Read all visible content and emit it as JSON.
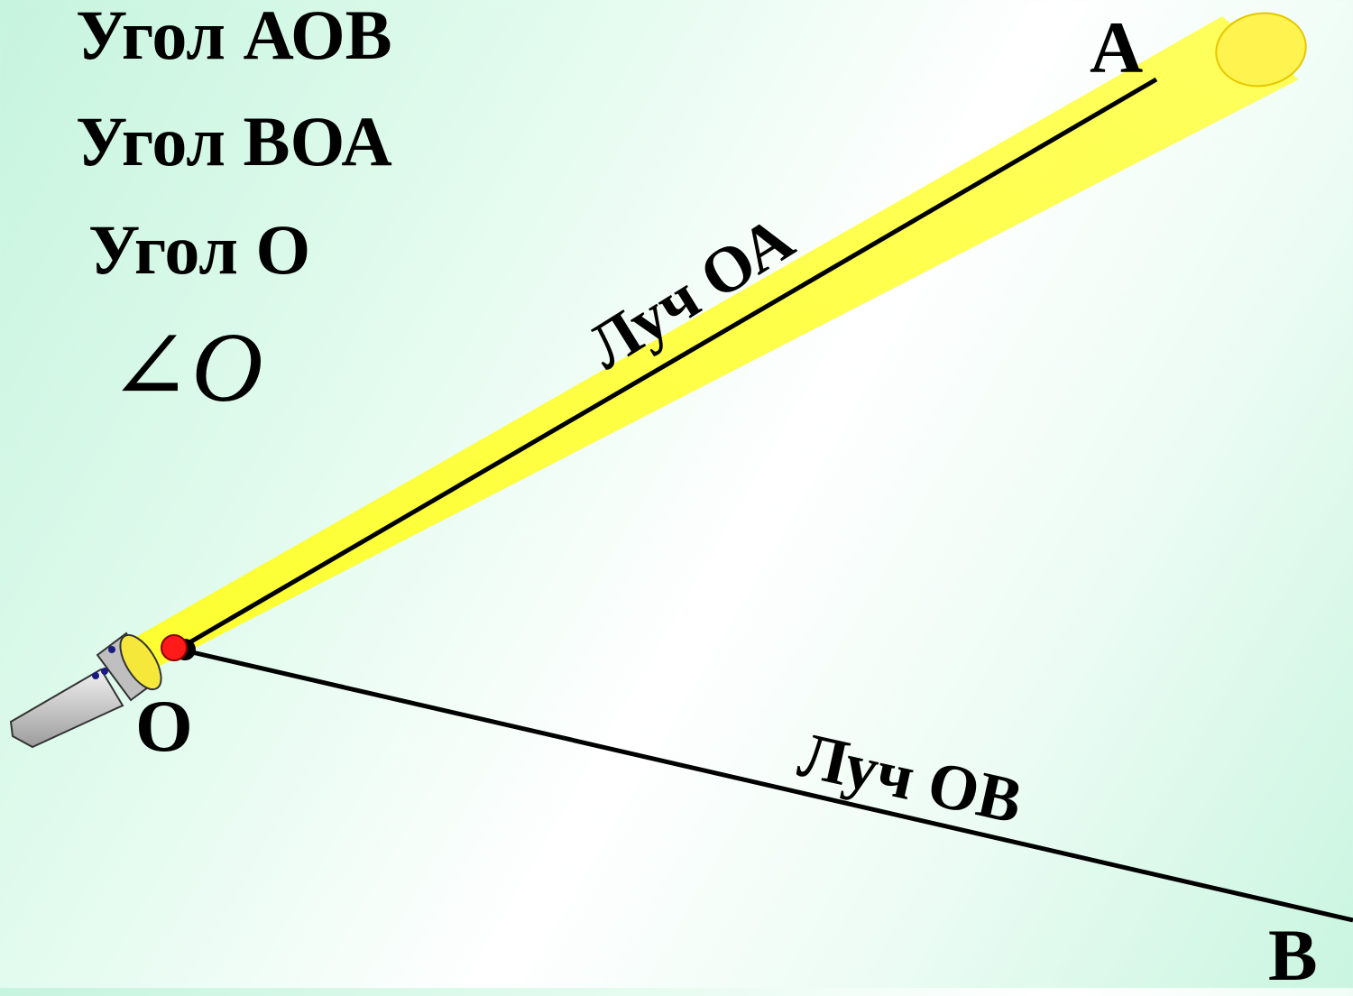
{
  "angle_names": [
    "Угол АОВ",
    "Угол ВОА",
    "Угол О"
  ],
  "angle_symbol": "∠O",
  "points": {
    "a": "A",
    "o": "O",
    "b": "B"
  },
  "rays": {
    "oa": "Луч ОА",
    "ob": "Луч ОВ"
  },
  "colors": {
    "beam": "#ffff33",
    "beam_edge": "#e6d200",
    "vertex_dot": "#ff0000",
    "ray_line": "#000000",
    "flashlight_body": "#c9c9c9"
  },
  "icons": {
    "flashlight": "flashlight-icon",
    "vertex": "vertex-dot-icon"
  }
}
